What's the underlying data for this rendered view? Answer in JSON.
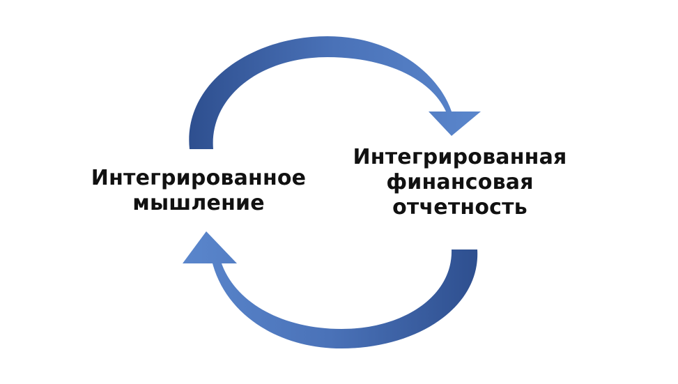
{
  "nodes": {
    "left": {
      "lines": [
        "Интегрированное",
        "мышление"
      ]
    },
    "right": {
      "lines": [
        "Интегрированная",
        "финансовая",
        "отчетность"
      ]
    }
  },
  "colors": {
    "arrow_fill": "#4a72b8",
    "arrow_dark": "#2e4f8f",
    "text": "#111111"
  },
  "icons": [
    "cycle-arrow-top",
    "cycle-arrow-bottom"
  ]
}
